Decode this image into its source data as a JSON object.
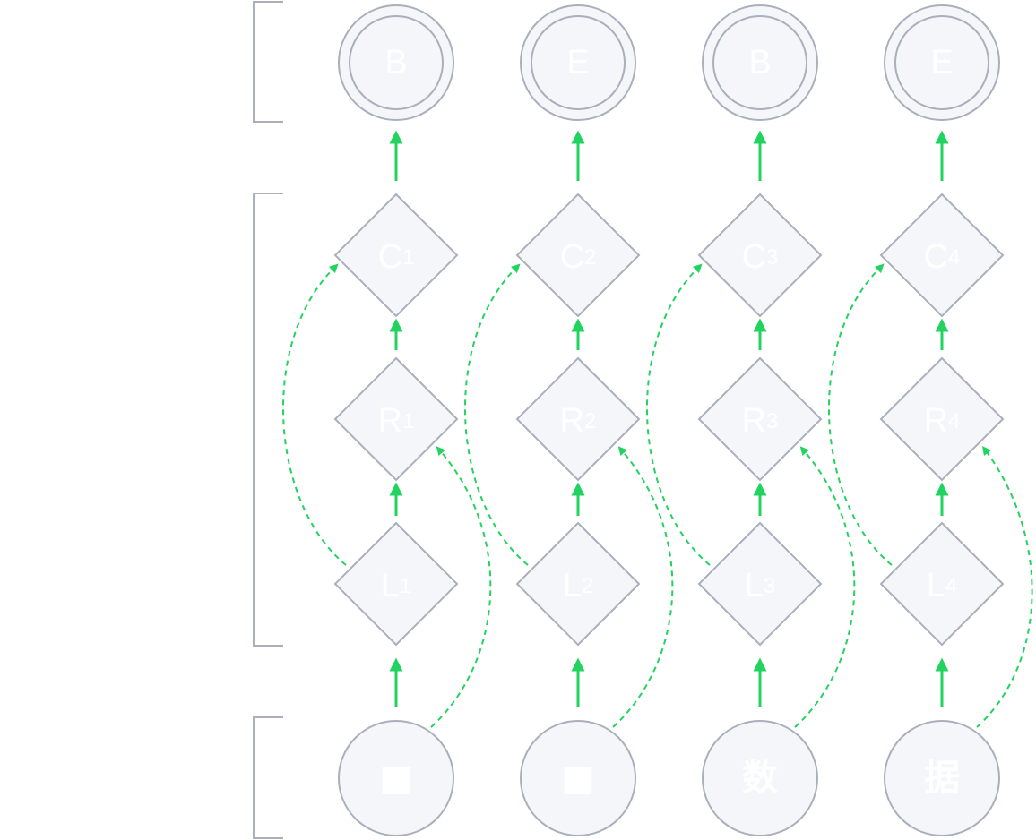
{
  "colors": {
    "arrow": "#22d35f",
    "node_fill": "#f4f6f9",
    "node_stroke": "#a9b0bb",
    "label": "#ffffff"
  },
  "output_row": {
    "labels": [
      "B",
      "E",
      "B",
      "E"
    ]
  },
  "layers": {
    "crf": [
      {
        "base": "C",
        "sub": "1"
      },
      {
        "base": "C",
        "sub": "2"
      },
      {
        "base": "C",
        "sub": "3"
      },
      {
        "base": "C",
        "sub": "4"
      }
    ],
    "rnn": [
      {
        "base": "R",
        "sub": "1"
      },
      {
        "base": "R",
        "sub": "2"
      },
      {
        "base": "R",
        "sub": "3"
      },
      {
        "base": "R",
        "sub": "4"
      }
    ],
    "lstm": [
      {
        "base": "L",
        "sub": "1"
      },
      {
        "base": "L",
        "sub": "2"
      },
      {
        "base": "L",
        "sub": "3"
      },
      {
        "base": "L",
        "sub": "4"
      }
    ]
  },
  "input_row": {
    "labels": [
      "■",
      "■",
      "数",
      "据"
    ]
  }
}
